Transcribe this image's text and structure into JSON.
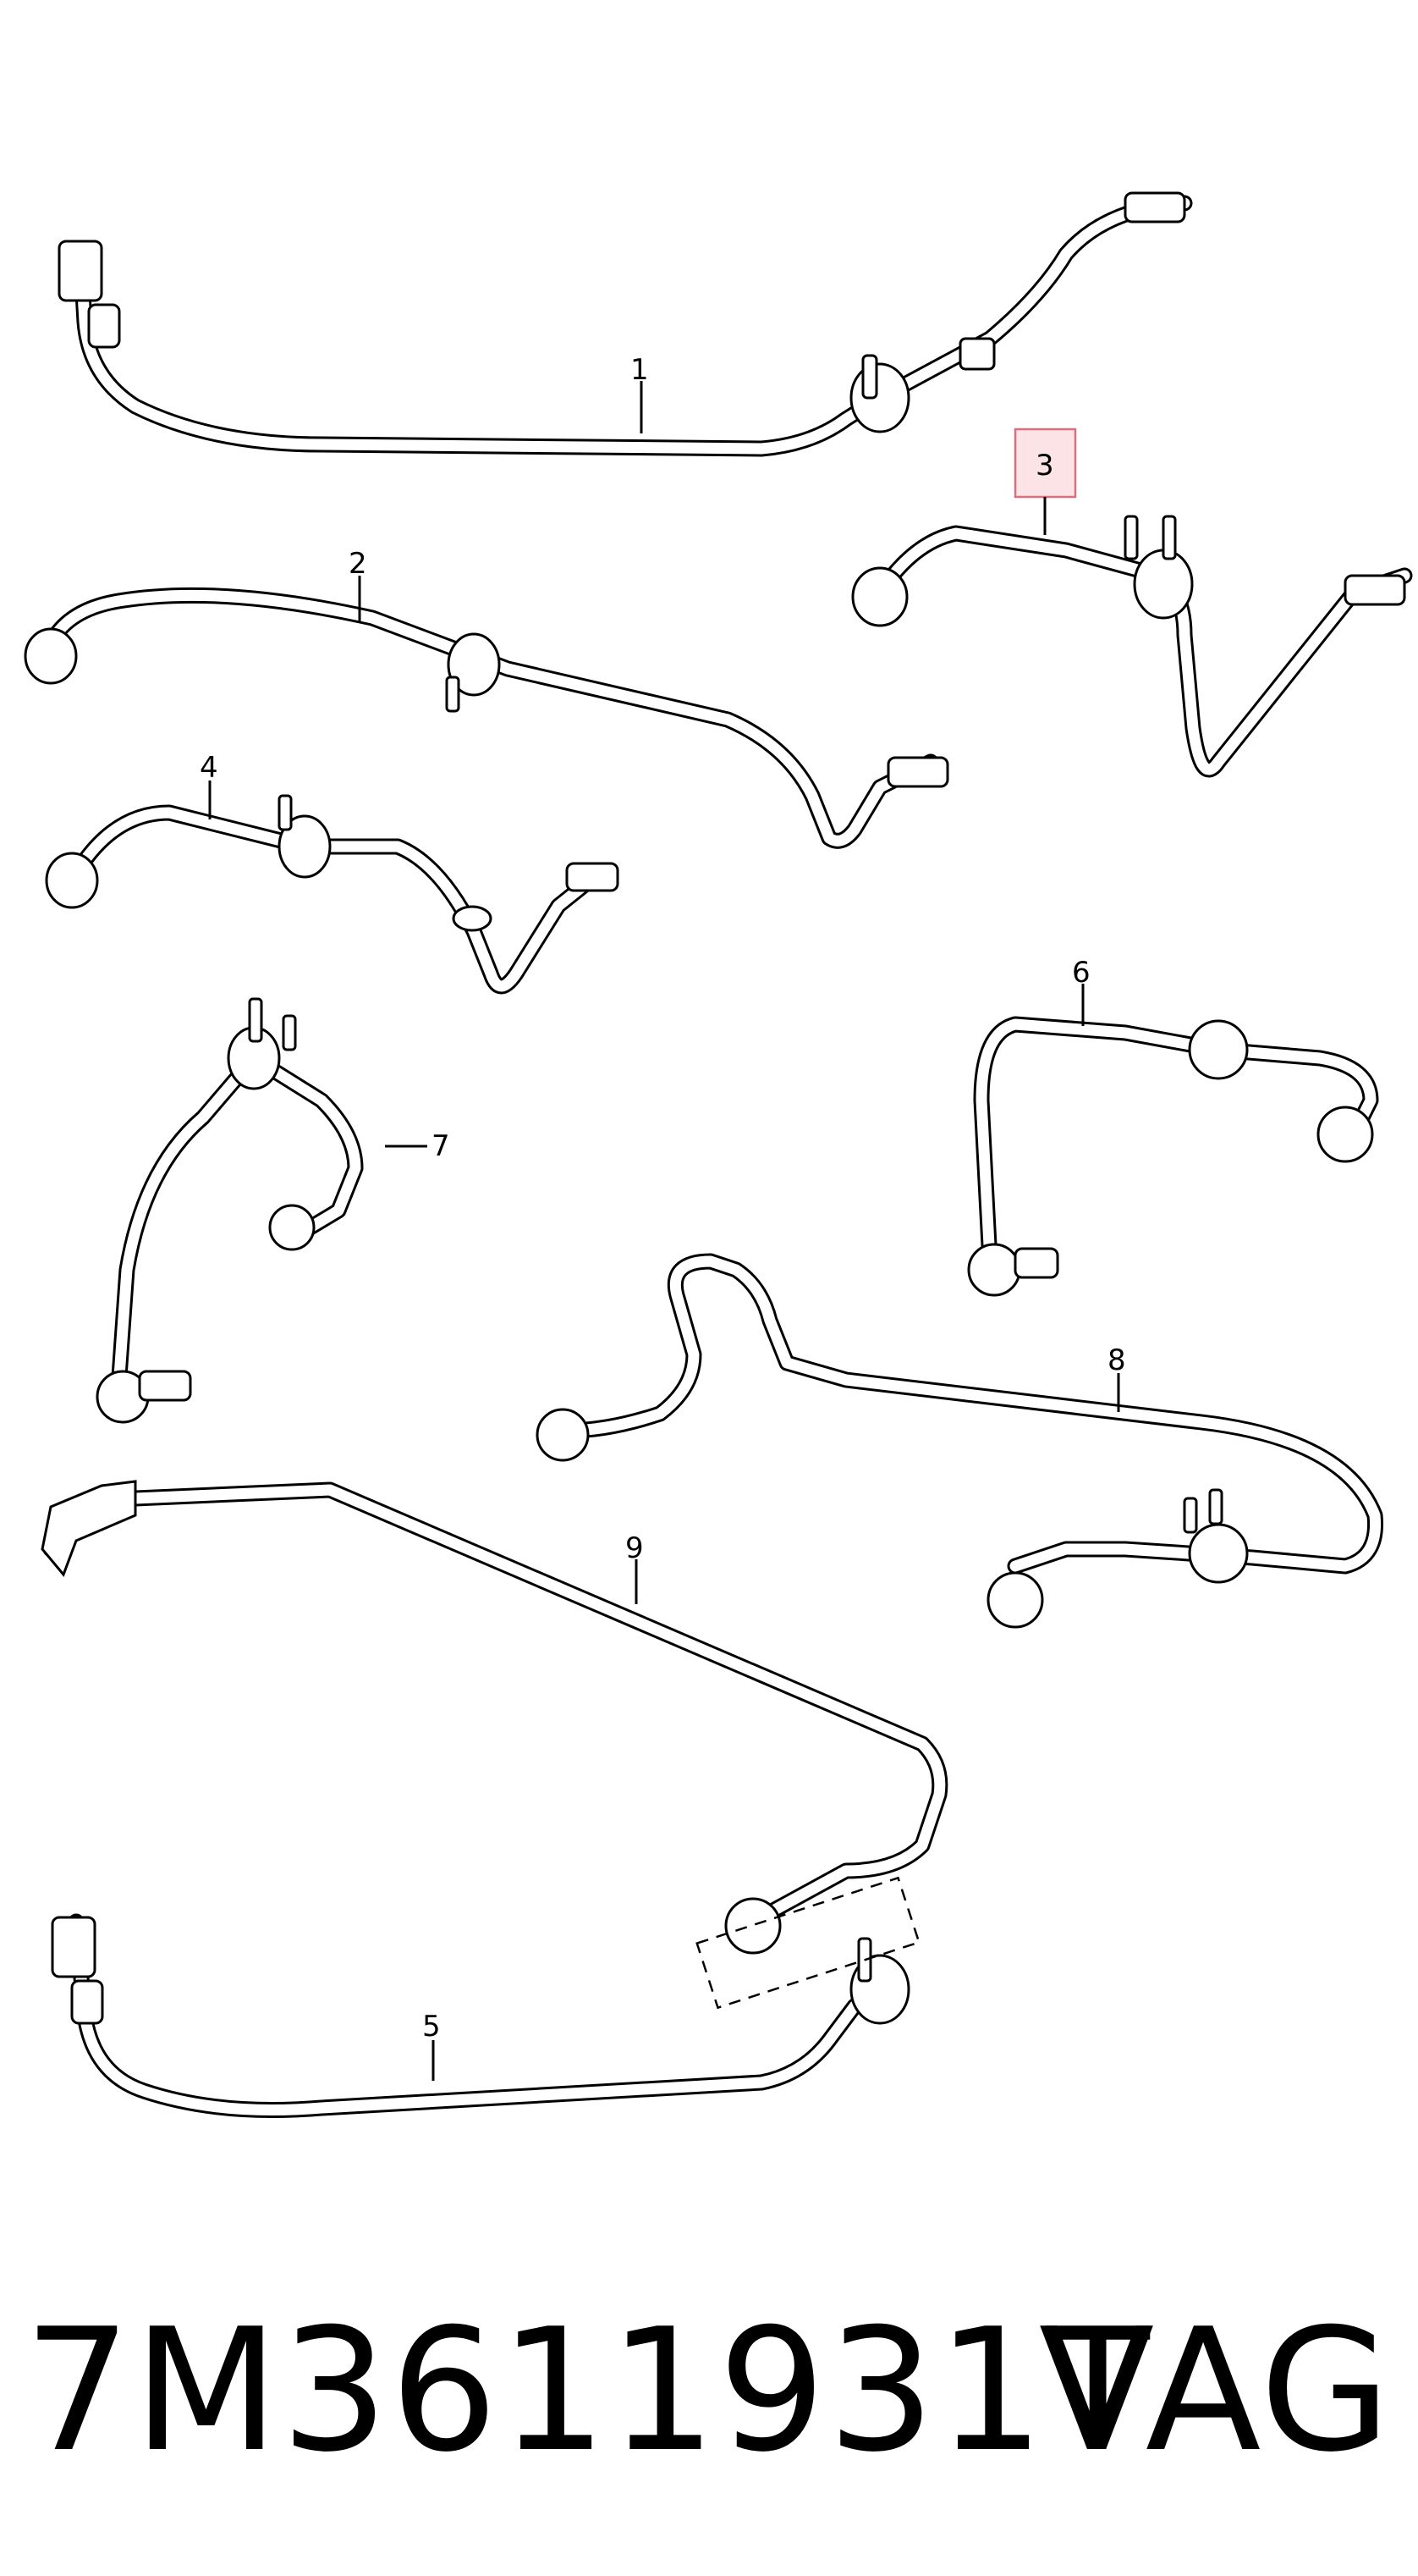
{
  "diagram": {
    "callouts": [
      {
        "id": "1",
        "label": "1"
      },
      {
        "id": "2",
        "label": "2"
      },
      {
        "id": "3",
        "label": "3",
        "highlighted": true
      },
      {
        "id": "4",
        "label": "4"
      },
      {
        "id": "5",
        "label": "5"
      },
      {
        "id": "6",
        "label": "6"
      },
      {
        "id": "7",
        "label": "7"
      },
      {
        "id": "8",
        "label": "8"
      },
      {
        "id": "9",
        "label": "9"
      }
    ],
    "highlight_color": "#d8707d",
    "highlight_fill": "#fbe3e6",
    "line_color": "#000000"
  },
  "footer": {
    "part_number": "7M3611931T",
    "brand": "VAG"
  }
}
